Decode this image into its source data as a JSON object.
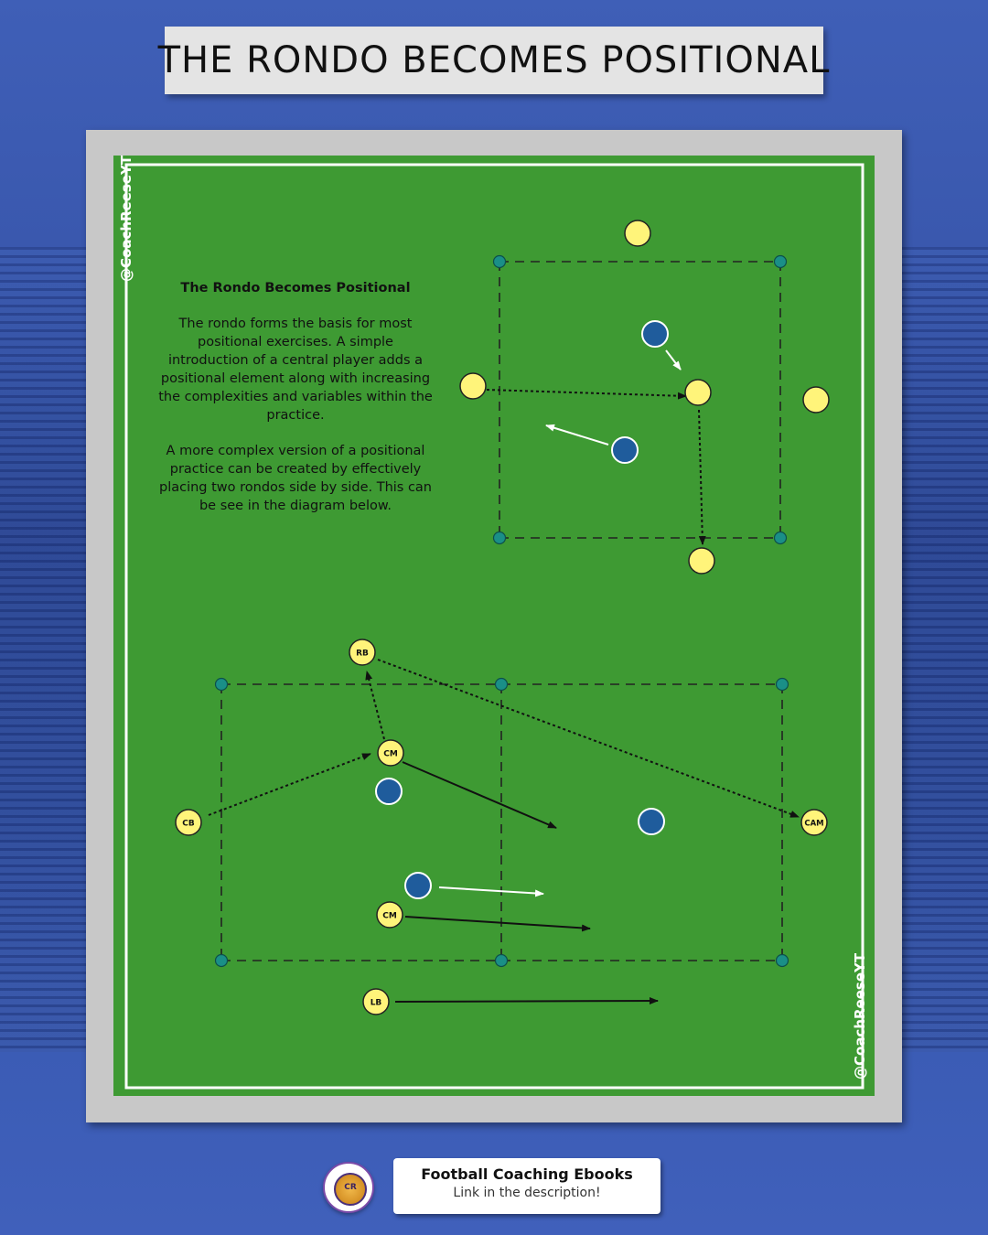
{
  "header": {
    "title": "THE RONDO BECOMES POSITIONAL"
  },
  "watermark": {
    "handle": "@CoachReeseYT"
  },
  "description": {
    "title": "The Rondo Becomes Positional",
    "paragraph1": "The rondo forms the basis for most positional exercises. A simple introduction of a central player adds a positional element along with increasing the complexities and variables within the practice.",
    "paragraph2": "A more complex version of a positional practice can be created by effectively placing two rondos side by side. This can be see in the diagram below."
  },
  "players": {
    "cb": "CB",
    "cm_top": "CM",
    "cm_bottom": "CM",
    "rb": "RB",
    "lb": "LB",
    "cam": "CAM"
  },
  "colors": {
    "pitch": "#3e9a33",
    "attacker": "#fff47a",
    "defender": "#1f5c9c",
    "cone": "#1a8f87"
  },
  "footer": {
    "logo_text": "CR",
    "title": "Football Coaching Ebooks",
    "subtitle": "Link in the description!"
  }
}
